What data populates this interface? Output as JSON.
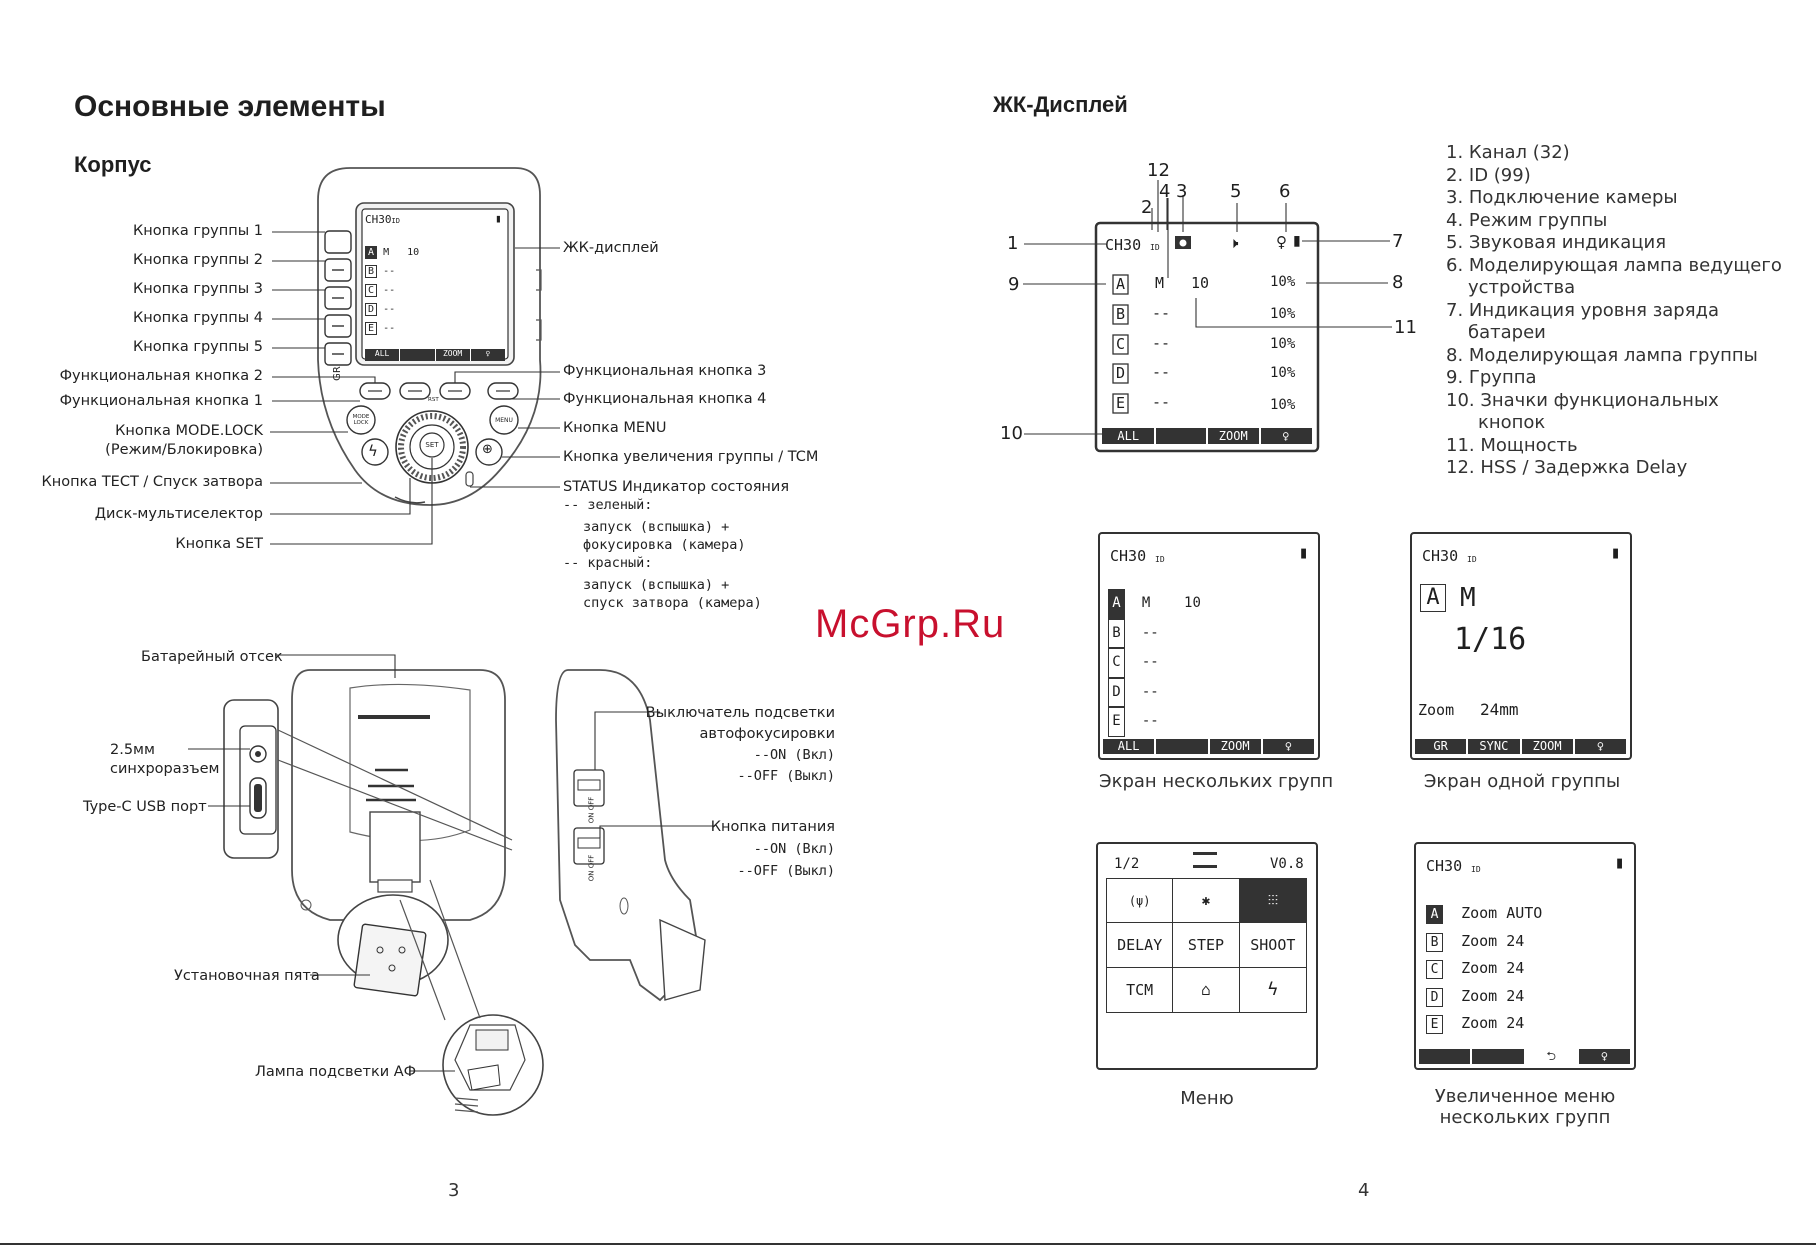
{
  "left_page": {
    "title": "Основные элементы",
    "subtitle": "Корпус",
    "front_labels": {
      "group1": "Кнопка группы 1",
      "group2": "Кнопка группы 2",
      "group3": "Кнопка группы 3",
      "group4": "Кнопка группы 4",
      "group5": "Кнопка группы 5",
      "func2": "Функциональная кнопка 2",
      "func1": "Функциональная кнопка 1",
      "mode_lock_1": "Кнопка MODE.LOCK",
      "mode_lock_2": "(Режим/Блокировка)",
      "test": "Кнопка ТЕСТ / Спуск затвора",
      "dial": "Диск-мультиселектор",
      "set": "Кнопка SET",
      "lcd": "ЖК-дисплей",
      "func3": "Функциональная кнопка 3",
      "func4": "Функциональная кнопка 4",
      "menu": "Кнопка MENU",
      "zoom": "Кнопка увеличения группы / TCM",
      "status": "STATUS Индикатор состояния",
      "green": "-- зеленый:",
      "green_1": "запуск (вспышка) +",
      "green_2": "фокусировка (камера)",
      "red": "-- красный:",
      "red_1": "запуск (вспышка) +",
      "red_2": "спуск затвора (камера)"
    },
    "device_screen": {
      "ch": "CH30",
      "id": "ID",
      "rows": [
        "A",
        "B",
        "C",
        "D",
        "E"
      ],
      "row_a": "M   10",
      "dash": "--",
      "softkeys": [
        "ALL",
        "",
        "ZOOM",
        "♀"
      ],
      "btn_mode": "MODE LOCK",
      "btn_menu": "MENU",
      "btn_set": "SET",
      "btn_rst": "RST",
      "gr": "GR"
    },
    "back_labels": {
      "battery": "Батарейный отсек",
      "sync_1": "2.5мм",
      "sync_2": "синхроразъем",
      "usb": "Type-C USB порт",
      "foot": "Установочная пята",
      "af_lamp": "Лампа подсветки АФ",
      "af_switch_1": "Выключатель подсветки",
      "af_switch_2": "автофокусировки",
      "af_on": "--ON (Вкл)",
      "af_off": "--OFF (Выкл)",
      "power": "Кнопка питания",
      "power_on": "--ON (Вкл)",
      "power_off": "--OFF (Выкл)",
      "switch_text": "ON OFF"
    },
    "page_number": "3"
  },
  "right_page": {
    "title": "ЖК-Дисплей",
    "callouts": [
      "1",
      "2",
      "3",
      "4",
      "5",
      "6",
      "7",
      "8",
      "9",
      "10",
      "11",
      "12"
    ],
    "legend": [
      "1. Канал (32)",
      "2. ID (99)",
      "3. Подключение камеры",
      "4. Режим группы",
      "5. Звуковая индикация",
      "6. Моделирующая лампа ведущего",
      "устройства",
      "7. Индикация уровня заряда",
      "батареи",
      "8. Моделирующая лампа группы",
      "9. Группа",
      "10. Значки функциональных",
      "кнопок",
      "11. Мощность",
      "12. HSS / Задержка Delay"
    ],
    "main_lcd": {
      "ch": "CH30",
      "id": "ID",
      "rows": [
        "A",
        "B",
        "C",
        "D",
        "E"
      ],
      "mode": "M",
      "power": "10",
      "dash": "--",
      "pct": "10%",
      "softkeys": [
        "ALL",
        "",
        "ZOOM",
        "♀"
      ]
    },
    "multi_screen": {
      "ch": "CH30",
      "id": "ID",
      "rows": [
        "A",
        "B",
        "C",
        "D",
        "E"
      ],
      "mode": "M",
      "power": "10",
      "dash": "--",
      "softkeys": [
        "ALL",
        "",
        "ZOOM",
        "♀"
      ],
      "caption": "Экран нескольких групп"
    },
    "single_screen": {
      "ch": "CH30",
      "id": "ID",
      "group": "A",
      "mode": "M",
      "power": "1/16",
      "zoom_label": "Zoom",
      "zoom_value": "24mm",
      "softkeys": [
        "GR",
        "SYNC",
        "ZOOM",
        "♀"
      ],
      "caption": "Экран одной группы"
    },
    "menu_screen": {
      "page": "1/2",
      "version": "V0.8",
      "cells": [
        "(ψ)",
        "✱",
        "⫶⫶⫶",
        "DELAY",
        "STEP",
        "SHOOT",
        "TCM",
        "⌂",
        "ϟ"
      ],
      "caption": "Меню"
    },
    "zoom_menu_screen": {
      "ch": "CH30",
      "id": "ID",
      "rows": [
        "A",
        "B",
        "C",
        "D",
        "E"
      ],
      "values": [
        "Zoom AUTO",
        "Zoom 24",
        "Zoom 24",
        "Zoom 24",
        "Zoom 24"
      ],
      "softkeys": [
        "",
        "",
        "⮌",
        "♀"
      ],
      "caption_1": "Увеличенное меню",
      "caption_2": "нескольких групп"
    },
    "page_number": "4"
  },
  "watermark": "McGrp.Ru"
}
